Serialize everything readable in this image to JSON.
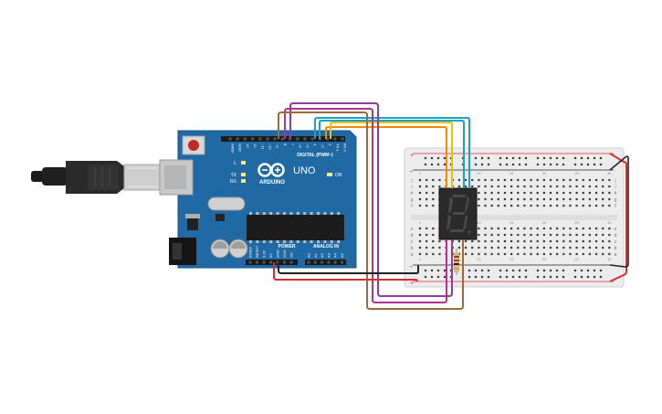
{
  "board": {
    "name": "UNO",
    "brand": "ARDUINO",
    "digital_label": "DIGITAL (PWM~)",
    "power_label": "POWER",
    "analog_label": "ANALOG IN",
    "on_label": "ON",
    "led_l": "L",
    "led_tx": "TX",
    "led_rx": "RX",
    "digital_pins": [
      "AREF",
      "GND",
      "13",
      "12",
      "~11",
      "~10",
      "~9",
      "8",
      "7",
      "~6",
      "~5",
      "4",
      "~3",
      "2",
      "TX 1",
      "RX 0"
    ],
    "power_pins": [
      "IOREF",
      "RESET",
      "3.3V",
      "5V",
      "GND",
      "GND",
      "Vin"
    ],
    "analog_pins": [
      "A0",
      "A1",
      "A2",
      "A3",
      "A4",
      "A5"
    ]
  },
  "breadboard": {
    "row_letters_top": [
      "j",
      "i",
      "h",
      "g",
      "f"
    ],
    "row_letters_bottom": [
      "e",
      "d",
      "c",
      "b",
      "a"
    ],
    "column_numbers": [
      "1",
      "5",
      "10",
      "15",
      "20",
      "25",
      "30"
    ],
    "rail_plus": "+",
    "rail_minus": "-"
  },
  "display": {
    "digit": "8"
  },
  "colors": {
    "board_blue": "#1f6aa5",
    "wire_red": "#d32f2f",
    "wire_black": "#222222",
    "wire_orange": "#ef8c00",
    "wire_yellow": "#f0c000",
    "wire_cyan": "#1aa3c2",
    "wire_purple": "#8e3c9e",
    "wire_magenta": "#b0338f",
    "wire_brown": "#9c6a3c"
  }
}
